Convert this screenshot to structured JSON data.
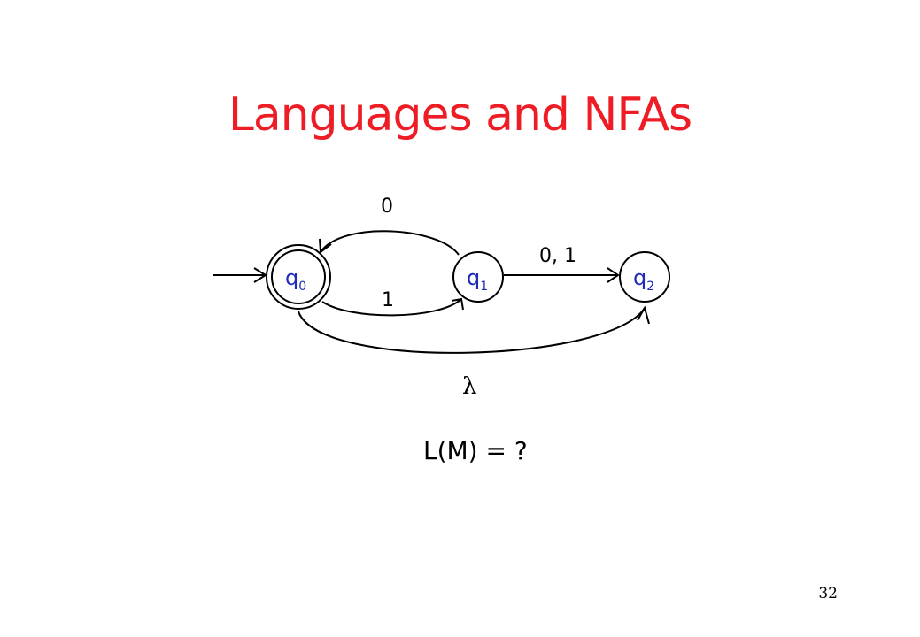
{
  "slide": {
    "title": "Languages and NFAs",
    "question": "L(M) = ?",
    "page_number": "32"
  },
  "automaton": {
    "states": [
      {
        "base": "q",
        "sub": "0",
        "accepting": true,
        "start": true
      },
      {
        "base": "q",
        "sub": "1",
        "accepting": false,
        "start": false
      },
      {
        "base": "q",
        "sub": "2",
        "accepting": false,
        "start": false
      }
    ],
    "transitions": [
      {
        "from": "q1",
        "to": "q0",
        "label": "0"
      },
      {
        "from": "q0",
        "to": "q1",
        "label": "1"
      },
      {
        "from": "q1",
        "to": "q2",
        "label": "0, 1"
      },
      {
        "from": "q0",
        "to": "q2",
        "label": "λ"
      }
    ]
  },
  "colors": {
    "title": "#ee1c25",
    "state_label": "#1f2bb8",
    "stroke": "#000000"
  }
}
